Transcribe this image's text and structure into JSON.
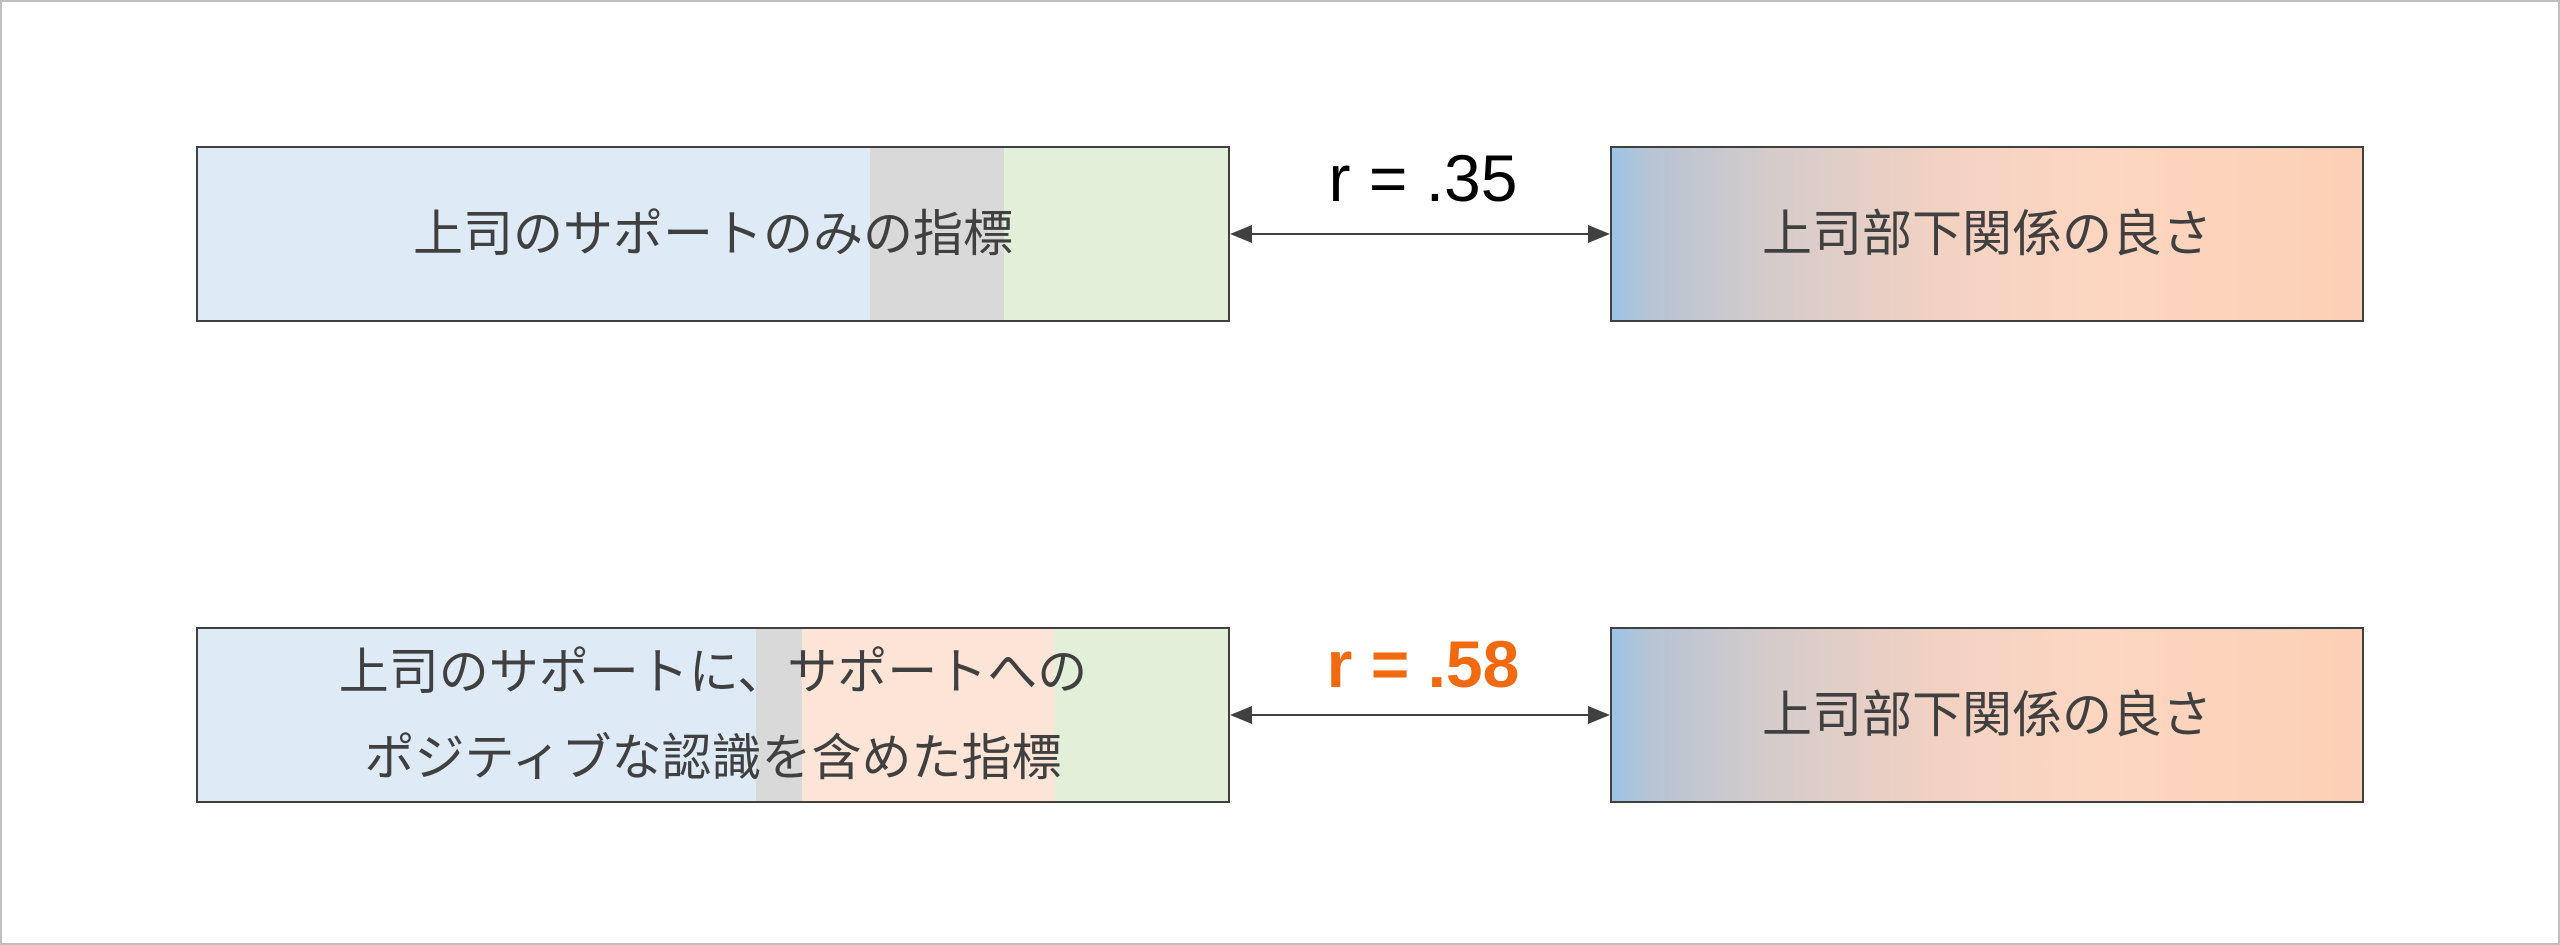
{
  "colors": {
    "left_blue": "#deeaf6",
    "left_gray": "#d9d9d9",
    "left_peach": "#fce4d6",
    "left_green": "#e2efd9",
    "border": "#404040",
    "text": "#404040",
    "arrow": "#404040",
    "highlight_orange": "#f26a10",
    "gradient_start_blue": "#9dc3e6",
    "gradient_end_peach": "#fcd0b5"
  },
  "row1": {
    "left_label": "上司のサポートのみの指標",
    "right_label": "上司部下関係の良さ",
    "correlation": "r = .35"
  },
  "row2": {
    "left_label_line1": "上司のサポートに、サポートへの",
    "left_label_line2": "ポジティブな認識を含めた指標",
    "right_label": "上司部下関係の良さ",
    "correlation": "r = .58"
  }
}
